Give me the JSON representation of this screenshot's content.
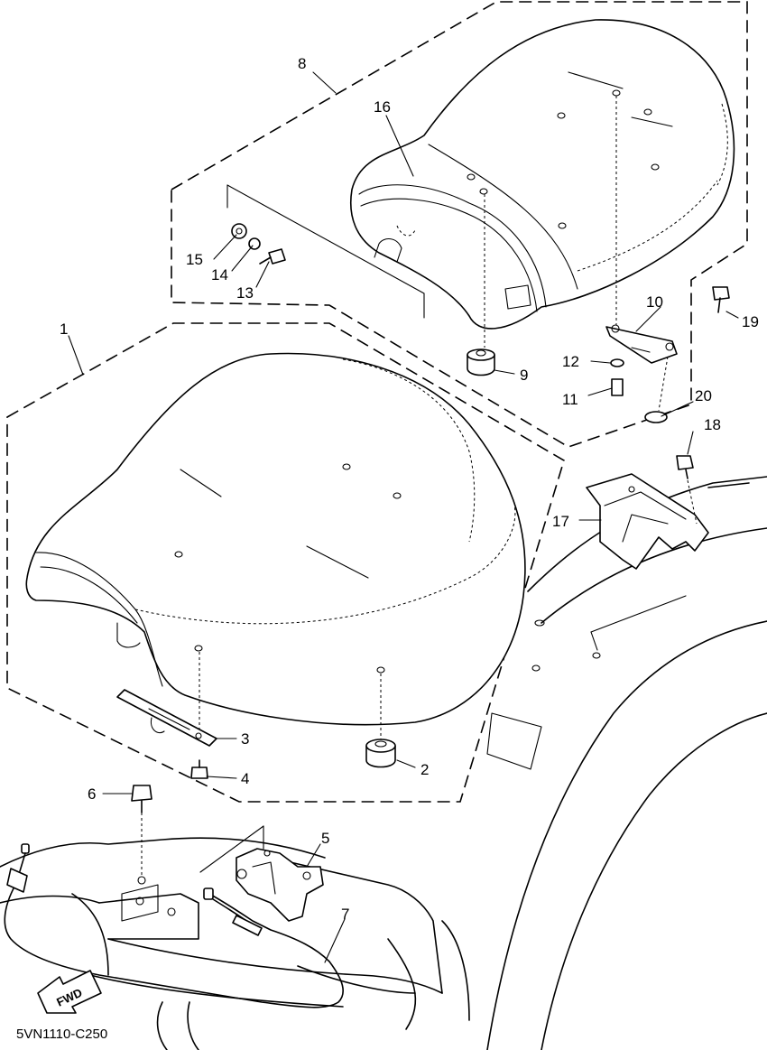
{
  "diagram": {
    "drawing_code": "5VN1110-C250",
    "direction_label": "FWD",
    "callouts": [
      {
        "id": "c1",
        "label": "1"
      },
      {
        "id": "c2",
        "label": "2"
      },
      {
        "id": "c3",
        "label": "3"
      },
      {
        "id": "c4",
        "label": "4"
      },
      {
        "id": "c5",
        "label": "5"
      },
      {
        "id": "c6",
        "label": "6"
      },
      {
        "id": "c7",
        "label": "7"
      },
      {
        "id": "c8",
        "label": "8"
      },
      {
        "id": "c9",
        "label": "9"
      },
      {
        "id": "c10",
        "label": "10"
      },
      {
        "id": "c11",
        "label": "11"
      },
      {
        "id": "c12",
        "label": "12"
      },
      {
        "id": "c13",
        "label": "13"
      },
      {
        "id": "c14",
        "label": "14"
      },
      {
        "id": "c15",
        "label": "15"
      },
      {
        "id": "c16",
        "label": "16"
      },
      {
        "id": "c17",
        "label": "17"
      },
      {
        "id": "c18",
        "label": "18"
      },
      {
        "id": "c19",
        "label": "19"
      },
      {
        "id": "c20",
        "label": "20"
      }
    ]
  }
}
